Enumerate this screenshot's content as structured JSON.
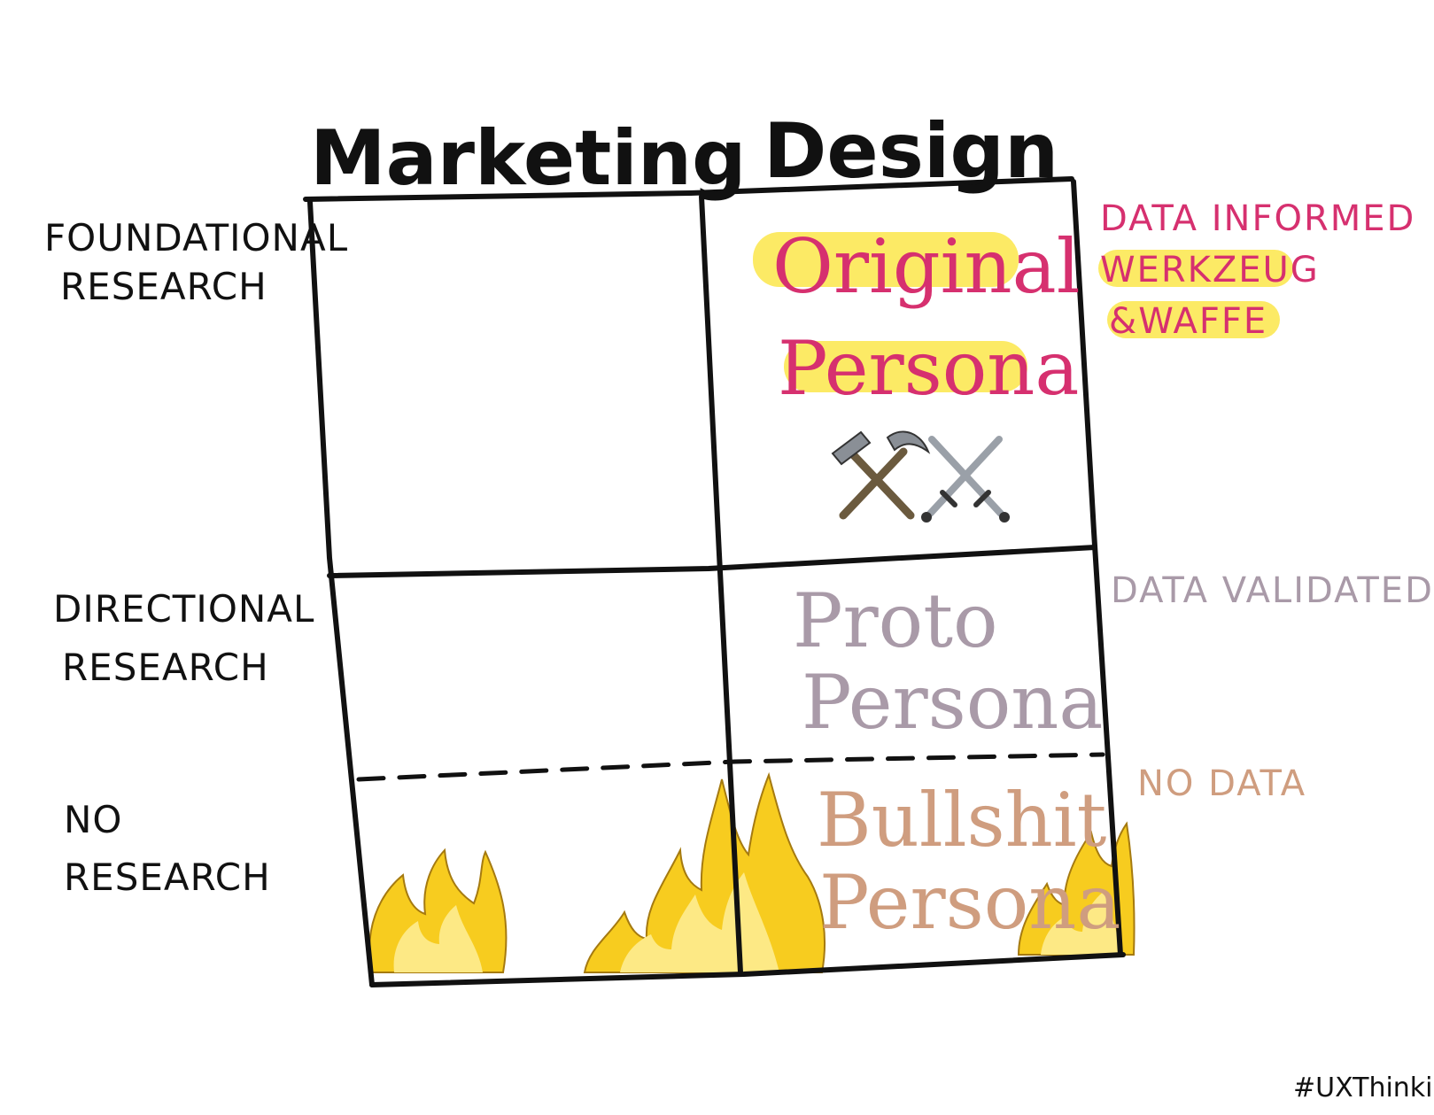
{
  "colors": {
    "ink": "#111111",
    "pink": "#d6306f",
    "lavender": "#a99aa8",
    "tan": "#cf9d7f",
    "highlight": "#fbe64a",
    "flame_outer": "#f7cc1f",
    "flame_inner": "#fde985"
  },
  "columns": {
    "marketing": "Marketing",
    "design": "Design"
  },
  "rows": {
    "foundational": [
      "FOUNDATIONAL",
      "RESEARCH"
    ],
    "directional": [
      "DIRECTIONAL",
      "RESEARCH"
    ],
    "none": [
      "NO",
      "RESEARCH"
    ]
  },
  "side_labels": {
    "informed": [
      "DATA INFORMED",
      "WERKZEUG",
      "&WAFFE"
    ],
    "validated": "DATA VALIDATED",
    "no_data": "NO DATA"
  },
  "personas": {
    "original": [
      "Original",
      "Persona"
    ],
    "proto": [
      "Proto",
      "Persona"
    ],
    "bullshit": [
      "Bullshit",
      "Persona"
    ]
  },
  "icons": [
    "hammer-and-pick-icon",
    "crossed-swords-icon",
    "fire-icon"
  ],
  "hashtag": "#UXThinking"
}
